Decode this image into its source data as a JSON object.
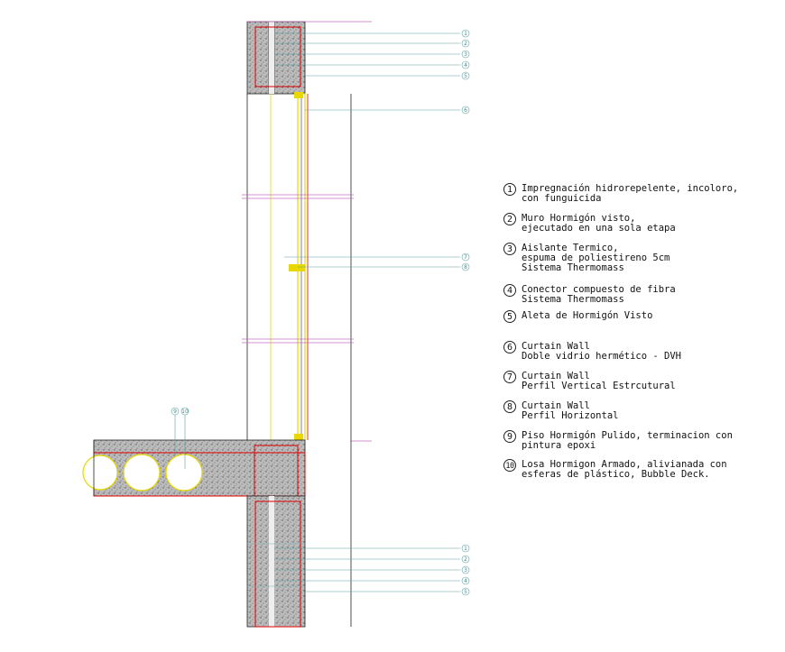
{
  "legend": [
    {
      "n": "1",
      "lines": [
        "Impregnación hidrorepelente, incoloro,",
        "con funguicida"
      ]
    },
    {
      "n": "2",
      "lines": [
        "Muro Hormigón visto,",
        "ejecutado en una sola etapa"
      ]
    },
    {
      "n": "3",
      "lines": [
        "Aislante Termico,",
        "espuma de poliestireno 5cm",
        "Sistema Thermomass"
      ]
    },
    {
      "n": "4",
      "lines": [
        "Conector compuesto de fibra",
        "Sistema Thermomass"
      ]
    },
    {
      "n": "5",
      "lines": [
        "Aleta de Hormigón Visto"
      ]
    },
    {
      "n": "6",
      "lines": [
        "Curtain Wall",
        "Doble vidrio hermético - DVH"
      ]
    },
    {
      "n": "7",
      "lines": [
        "Curtain Wall",
        "Perfil Vertical Estrcutural"
      ]
    },
    {
      "n": "8",
      "lines": [
        "Curtain Wall",
        "Perfil Horizontal"
      ]
    },
    {
      "n": "9",
      "lines": [
        "Piso Hormigón Pulido, terminacion con",
        "pintura epoxi"
      ]
    },
    {
      "n": "10",
      "lines": [
        "Losa Hormigon Armado, alivianada con",
        "esferas de plástico, Bubble Deck."
      ]
    }
  ],
  "tags": {
    "top": [
      "1",
      "2",
      "3",
      "4",
      "5",
      "6",
      "7",
      "8"
    ],
    "slab": [
      "9",
      "10"
    ],
    "bottom": [
      "1",
      "2",
      "3",
      "4",
      "5"
    ]
  },
  "colors": {
    "concrete": "#c9c9c9",
    "outline": "#e00000",
    "leader": "#5aa0a0",
    "glass_frame": "#e8d800",
    "magenta": "#c070c0"
  }
}
